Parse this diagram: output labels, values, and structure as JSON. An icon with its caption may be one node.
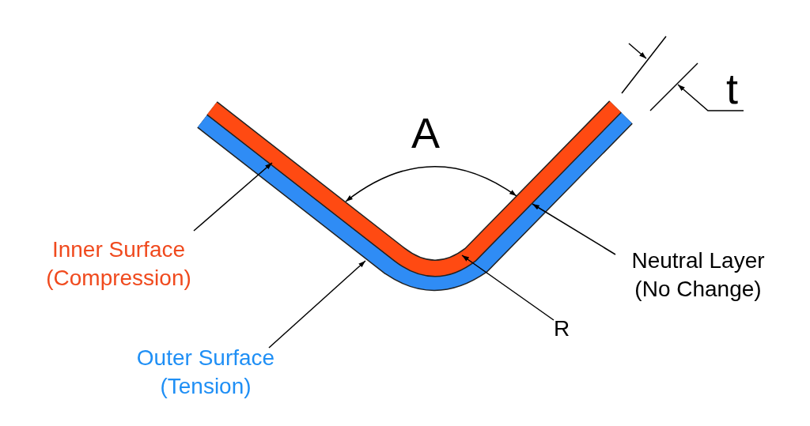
{
  "diagram": {
    "nodes": [
      {
        "text": [],
        "shape": "bar"
      },
      {
        "text": [],
        "shape": "bar"
      },
      {
        "text": [
          "Neutral Layer (No Change)"
        ]
      },
      {
        "text": [
          "Inner Surface (Compression)"
        ]
      },
      {
        "text": [
          "R"
        ]
      },
      {
        "text": [
          "Outer Surface (Tension)"
        ]
      }
    ],
    "edges": [
      {
        "from": 3,
        "to": 0,
        "arrow": "to"
      },
      {
        "from": 5,
        "to": 1,
        "arrow": "to"
      },
      {
        "from": 2,
        "to": 0,
        "arrow": "to"
      },
      {
        "from": 4,
        "to": 0,
        "arrow": "to"
      }
    ],
    "labels": [
      "t",
      "A"
    ]
  }
}
